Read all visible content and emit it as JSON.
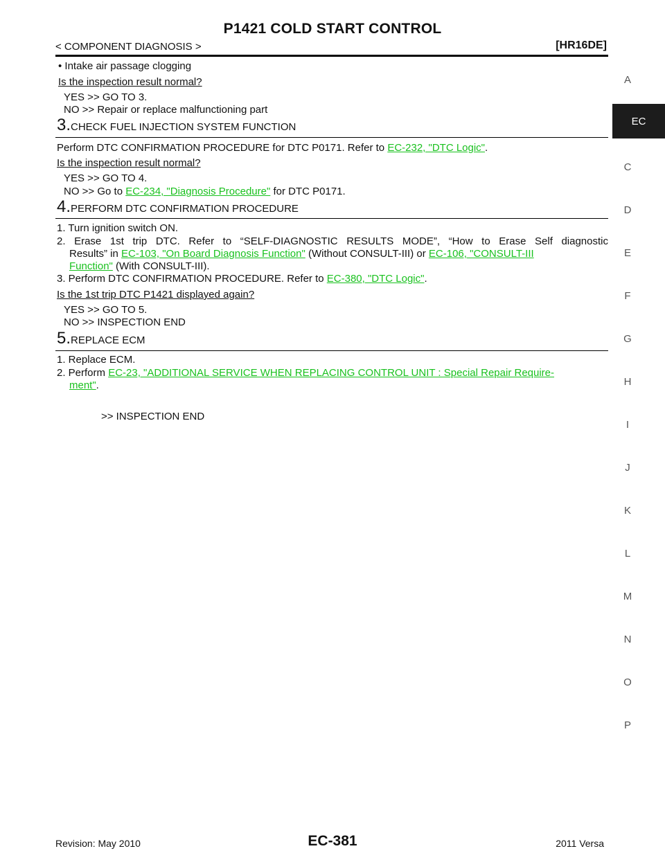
{
  "header": {
    "title": "P1421 COLD START CONTROL",
    "section": "< COMPONENT DIAGNOSIS >",
    "engine": "[HR16DE]"
  },
  "step2_tail": {
    "bullet": "•  Intake air passage clogging",
    "question": "Is the inspection result normal?",
    "yes": "YES      >> GO TO 3.",
    "no": "NO        >> Repair or replace malfunctioning part"
  },
  "step3": {
    "num": "3.",
    "title": "CHECK FUEL INJECTION SYSTEM FUNCTION",
    "text": "Perform DTC CONFIRMATION PROCEDURE for DTC P0171. Refer to ",
    "link": "EC-232, \"DTC Logic\"",
    "text_end": ".",
    "question": "Is the inspection result normal?",
    "yes": "YES      >> GO TO 4.",
    "no_prefix": "NO        >> Go to ",
    "no_link": "EC-234, \"Diagnosis Procedure\"",
    "no_suffix": " for DTC P0171."
  },
  "step4": {
    "num": "4.",
    "title": "PERFORM DTC CONFIRMATION PROCEDURE",
    "item1": "1.  Turn ignition switch ON.",
    "item2_line1": "2.  Erase  1st  trip  DTC.  Refer  to  “SELF-DIAGNOSTIC  RESULTS  MODE”,  “How  to  Erase  Self  diagnostic",
    "item2_a": "Results”  in  ",
    "item2_link1": "EC-103,  \"On  Board  Diagnosis  Function\"",
    "item2_b": "  (Without  CONSULT-III)  or  ",
    "item2_link2a": "EC-106,  \"CONSULT-III",
    "item2_link2b": "Function\"",
    "item2_c": " (With CONSULT-III).",
    "item3_text": "3.  Perform DTC CONFIRMATION PROCEDURE. Refer to ",
    "item3_link": "EC-380, \"DTC Logic\"",
    "item3_end": ".",
    "question": "Is the 1st trip DTC P1421 displayed again?",
    "yes": "YES      >> GO TO 5.",
    "no": "NO        >> INSPECTION END"
  },
  "step5": {
    "num": "5.",
    "title": "REPLACE ECM",
    "item1": "1.  Replace ECM.",
    "item2_text": "2.  Perform ",
    "item2_link_a": "EC-23, \"ADDITIONAL SERVICE WHEN REPLACING CONTROL UNIT : Special Repair Require-",
    "item2_link_b": "ment\"",
    "item2_end": ".",
    "end": ">> INSPECTION END"
  },
  "side_tabs": {
    "active": "EC",
    "letters": [
      "A",
      "C",
      "D",
      "E",
      "F",
      "G",
      "H",
      "I",
      "J",
      "K",
      "L",
      "M",
      "N",
      "O",
      "P"
    ]
  },
  "footer": {
    "revision": "Revision: May 2010",
    "page": "EC-381",
    "model": "2011 Versa"
  }
}
